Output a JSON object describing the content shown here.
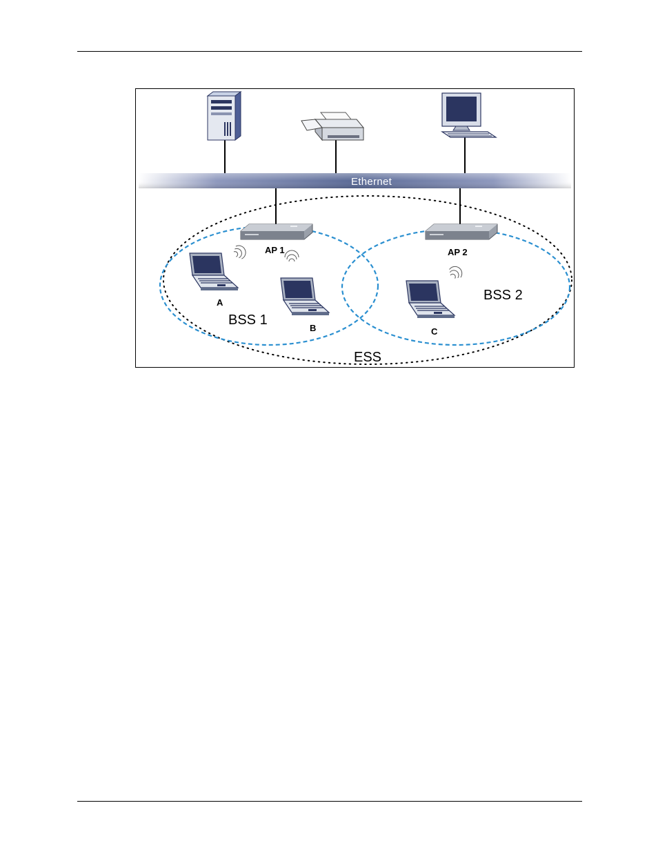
{
  "diagram": {
    "ethernet_label": "Ethernet",
    "ap1_label": "AP 1",
    "ap2_label": "AP 2",
    "client_a_label": "A",
    "client_b_label": "B",
    "client_c_label": "C",
    "bss1_label": "BSS 1",
    "bss2_label": "BSS 2",
    "ess_label": "ESS",
    "colors": {
      "bss_ring": "#2a8fd0",
      "ethernet_bar": "#5a6a96",
      "device_gray": "#8a8f98",
      "screen_navy": "#2b3560"
    }
  }
}
